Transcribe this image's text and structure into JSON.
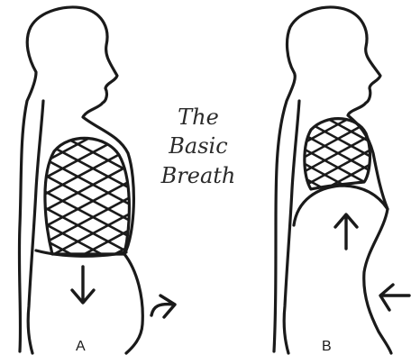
{
  "title": {
    "line1": "The",
    "line2": "Basic",
    "line3": "Breath"
  },
  "panels": {
    "a": {
      "label": "A"
    },
    "b": {
      "label": "B"
    }
  },
  "colors": {
    "ink": "#1a1a1a",
    "paper": "#ffffff"
  }
}
